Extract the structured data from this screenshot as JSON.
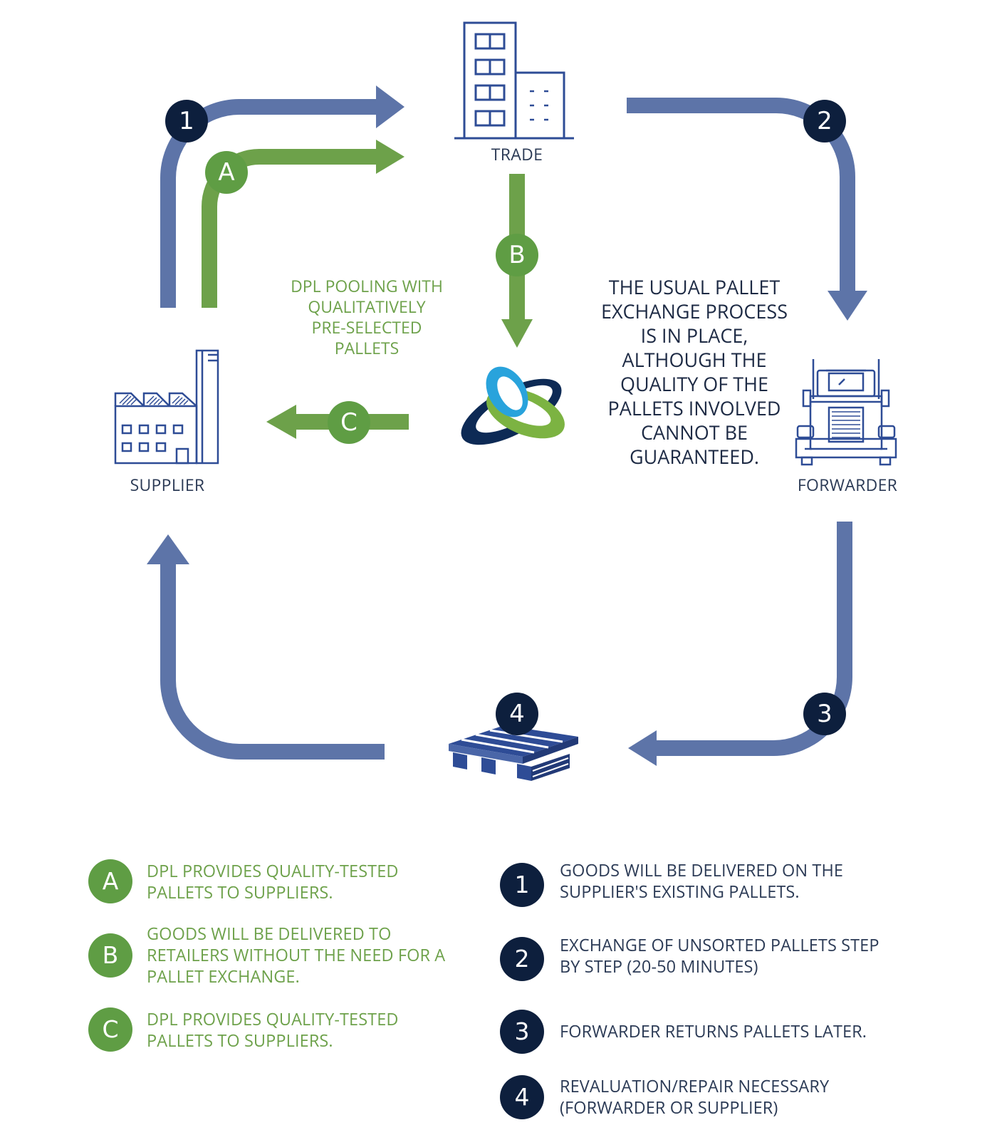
{
  "nodes": {
    "trade": "TRADE",
    "forwarder": "FORWARDER",
    "supplier": "SUPPLIER"
  },
  "center_text": [
    "THE USUAL PALLET",
    "EXCHANGE PROCESS",
    "IS IN PLACE,",
    "ALTHOUGH THE",
    "QUALITY OF THE",
    "PALLETS INVOLVED",
    "CANNOT BE",
    "GUARANTEED."
  ],
  "dpl_text": [
    "DPL POOLING WITH",
    "QUALITATIVELY",
    "PRE-SELECTED",
    "PALLETS"
  ],
  "badges": {
    "one": "1",
    "two": "2",
    "three": "3",
    "four": "4",
    "a": "A",
    "b": "B",
    "c": "C"
  },
  "legend_green": [
    {
      "badge": "A",
      "lines": [
        "DPL PROVIDES QUALITY-TESTED",
        "PALLETS TO SUPPLIERS."
      ]
    },
    {
      "badge": "B",
      "lines": [
        "GOODS WILL BE DELIVERED TO",
        "RETAILERS WITHOUT THE NEED FOR A",
        "PALLET EXCHANGE."
      ]
    },
    {
      "badge": "C",
      "lines": [
        "DPL PROVIDES QUALITY-TESTED",
        "PALLETS TO SUPPLIERS."
      ]
    }
  ],
  "legend_navy": [
    {
      "badge": "1",
      "lines": [
        "GOODS WILL BE DELIVERED ON THE",
        "SUPPLIER'S EXISTING PALLETS."
      ]
    },
    {
      "badge": "2",
      "lines": [
        "EXCHANGE OF UNSORTED PALLETS STEP",
        "BY STEP (20-50 MINUTES)"
      ]
    },
    {
      "badge": "3",
      "lines": [
        "FORWARDER RETURNS PALLETS LATER."
      ]
    },
    {
      "badge": "4",
      "lines": [
        "REVALUATION/REPAIR NECESSARY",
        "(FORWARDER OR SUPPLIER)"
      ]
    }
  ],
  "colors": {
    "navy_arrow": "#5d74a8",
    "green_arrow": "#6da14a",
    "badge_navy": "#0d1f3d",
    "badge_green": "#5f9d44",
    "icon_stroke": "#2e4c96"
  }
}
